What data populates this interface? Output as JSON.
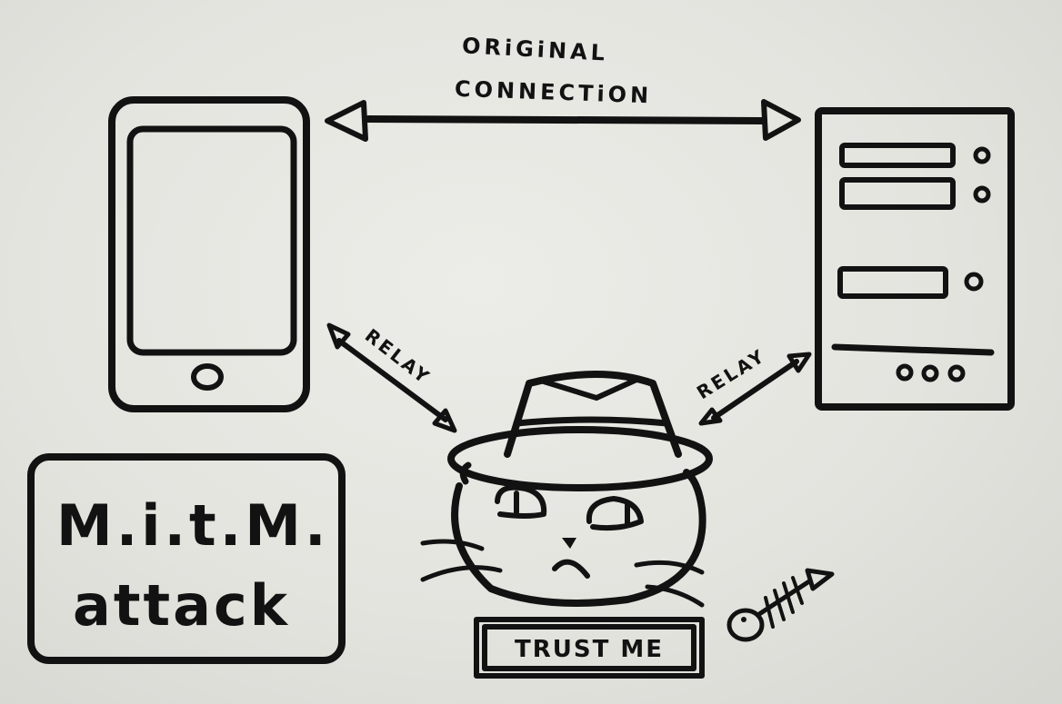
{
  "connection_label_line1": "ORiGiNAL",
  "connection_label_line2": "CONNECTiON",
  "relay_left_label": "RELAY",
  "relay_right_label": "RELAY",
  "title_line1": "M.i.t.M.",
  "title_line2": "attack",
  "badge_text": "TRUST ME",
  "ink_color": "#121212",
  "paper_color": "#e6e6e2"
}
